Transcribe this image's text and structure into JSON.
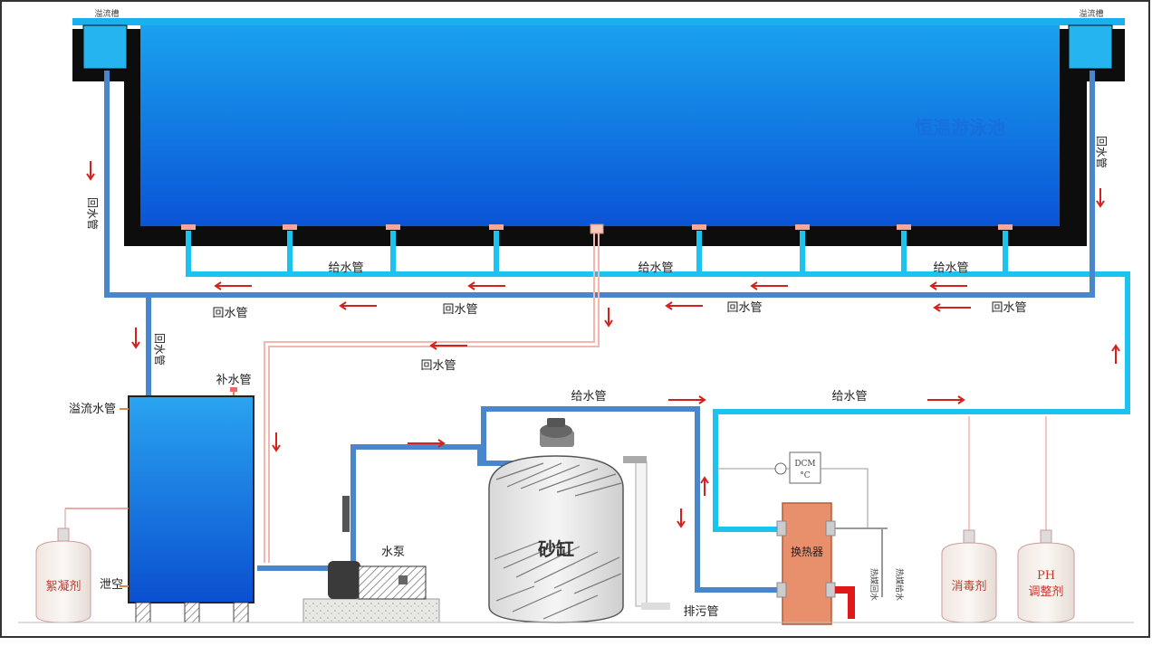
{
  "labels": {
    "overflow_tank_left": "溢流槽",
    "overflow_tank_right": "溢流槽",
    "pool_name": "恒温游泳池",
    "supply_pipe": "给水管",
    "return_pipe": "回水管",
    "makeup_pipe": "补水管",
    "overflow_pipe": "溢流水管",
    "drain_valve": "泄空",
    "pump": "水泵",
    "sand_filter": "砂缸",
    "heat_exchanger": "换热器",
    "sewage_pipe": "排污管",
    "heat_return": "热媒回水",
    "heat_supply": "热媒给水",
    "coagulant": "絮凝剂",
    "disinfectant": "消毒剂",
    "ph_adjuster_1": "PH",
    "ph_adjuster_2": "调整剂",
    "temp_control": "DCM",
    "temp_unit": "°C"
  },
  "colors": {
    "pool_top": "#1aa3ef",
    "pool_bottom": "#0a54d6",
    "pool_wall": "#0d0d0d",
    "supply_pipe": "#1cc3ee",
    "return_pipe": "#4a86cc",
    "flow_arrow": "#d6201c",
    "heat_exchanger": "#e8906c",
    "pink_pipe": "#f2b7ae",
    "heat_pipe": "#e01818"
  }
}
